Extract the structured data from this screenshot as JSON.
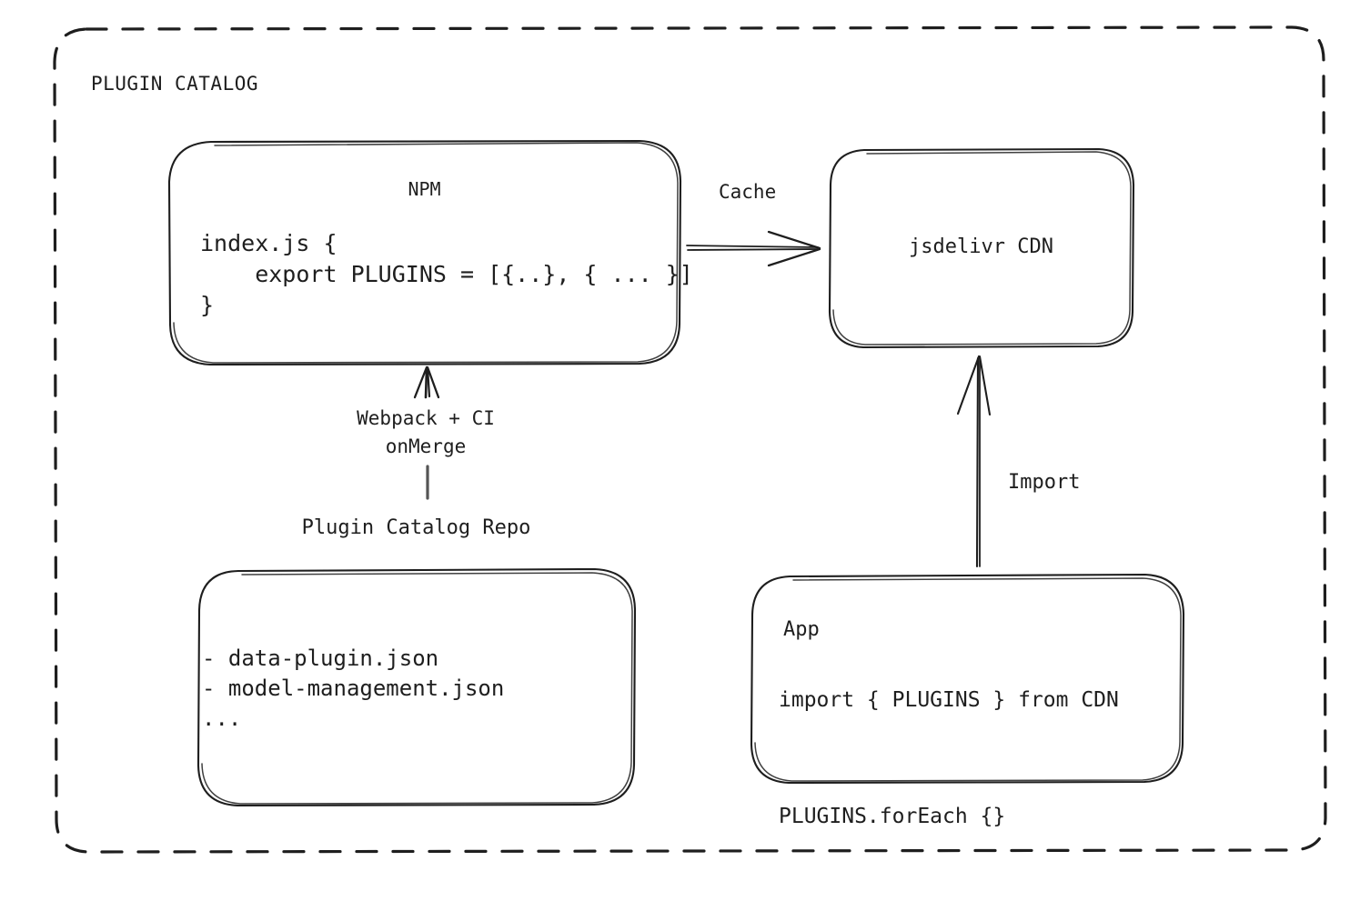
{
  "diagram": {
    "title": "PLUGIN CATALOG",
    "stroke_color": "#1e1e1e",
    "background_color": "#ffffff",
    "container_style": "dashed-rounded-rectangle"
  },
  "nodes": {
    "npm": {
      "title": "NPM",
      "code": "index.js {\n    export PLUGINS = [{..}, { ... }]\n}"
    },
    "cdn": {
      "title": "jsdelivr CDN"
    },
    "repo": {
      "label": "Plugin Catalog Repo",
      "code": "- data-plugin.json\n- model-management.json\n..."
    },
    "app": {
      "title": "App",
      "code": "import { PLUGINS } from CDN\n\nPLUGINS.forEach {}"
    }
  },
  "edges": {
    "cache": {
      "label": "Cache",
      "from": "npm",
      "to": "cdn",
      "direction": "right"
    },
    "build": {
      "label_line1": "Webpack + CI",
      "label_line2": "onMerge",
      "from": "repo",
      "to": "npm",
      "direction": "up"
    },
    "import": {
      "label": "Import",
      "from": "app",
      "to": "cdn",
      "direction": "up"
    }
  }
}
